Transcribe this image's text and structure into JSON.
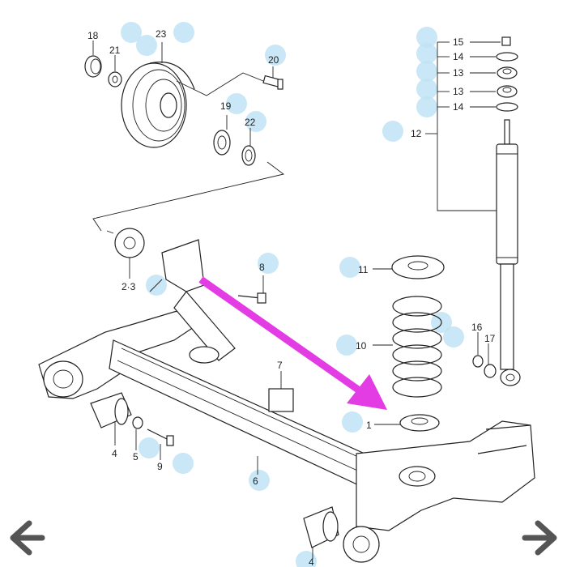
{
  "diagram": {
    "labels": {
      "p18": "18",
      "p21": "21",
      "p23": "23",
      "p20": "20",
      "p19": "19",
      "p22": "22",
      "p15": "15",
      "p14a": "14",
      "p13a": "13",
      "p13b": "13",
      "p14b": "14",
      "p12": "12",
      "p11": "11",
      "p10": "10",
      "p16": "16",
      "p17": "17",
      "p1": "1",
      "p8": "8",
      "p23b": "2·3",
      "p7": "7",
      "p4a": "4",
      "p5": "5",
      "p9": "9",
      "p6": "6",
      "p4b": "4"
    }
  },
  "navigation": {
    "prev_icon": "arrow-left-icon",
    "next_icon": "arrow-right-icon"
  },
  "colors": {
    "highlight": "#bfe3f5",
    "pointer_arrow": "#e43ce4",
    "nav_arrow": "#555555",
    "line": "#222222"
  }
}
